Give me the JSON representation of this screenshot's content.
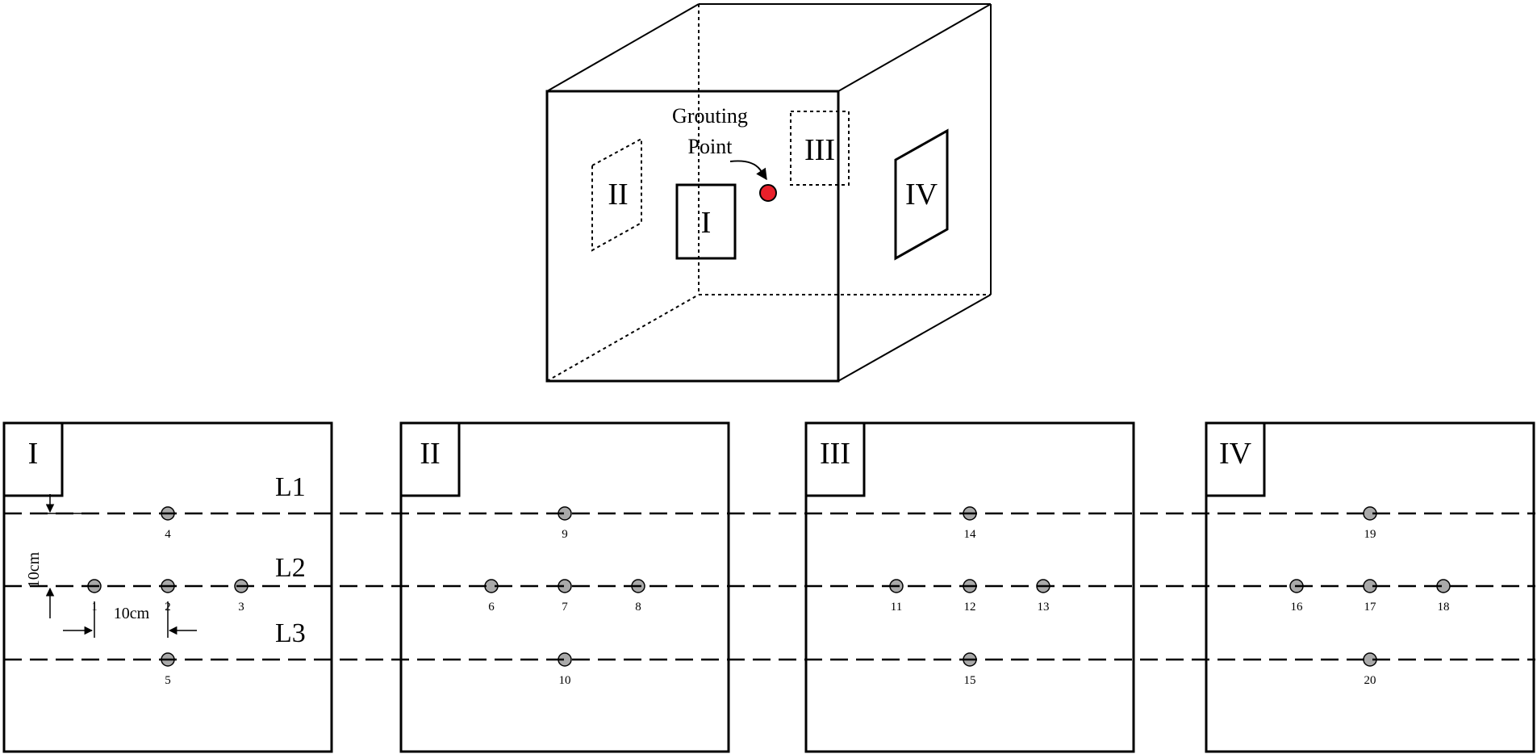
{
  "cube": {
    "grouting_label_line1": "Grouting",
    "grouting_label_line2": "Point",
    "grouting_color": "#e8202a",
    "window_labels": [
      "I",
      "II",
      "III",
      "IV"
    ]
  },
  "line_labels": [
    "L1",
    "L2",
    "L3"
  ],
  "dimensions": {
    "vertical": "10cm",
    "horizontal": "10cm"
  },
  "sensor_color": "#a9a9a9",
  "panels": [
    {
      "label": "I",
      "points": [
        "4",
        "1",
        "2",
        "3",
        "5"
      ]
    },
    {
      "label": "II",
      "points": [
        "9",
        "6",
        "7",
        "8",
        "10"
      ]
    },
    {
      "label": "III",
      "points": [
        "14",
        "11",
        "12",
        "13",
        "15"
      ]
    },
    {
      "label": "IV",
      "points": [
        "19",
        "16",
        "17",
        "18",
        "20"
      ]
    }
  ]
}
